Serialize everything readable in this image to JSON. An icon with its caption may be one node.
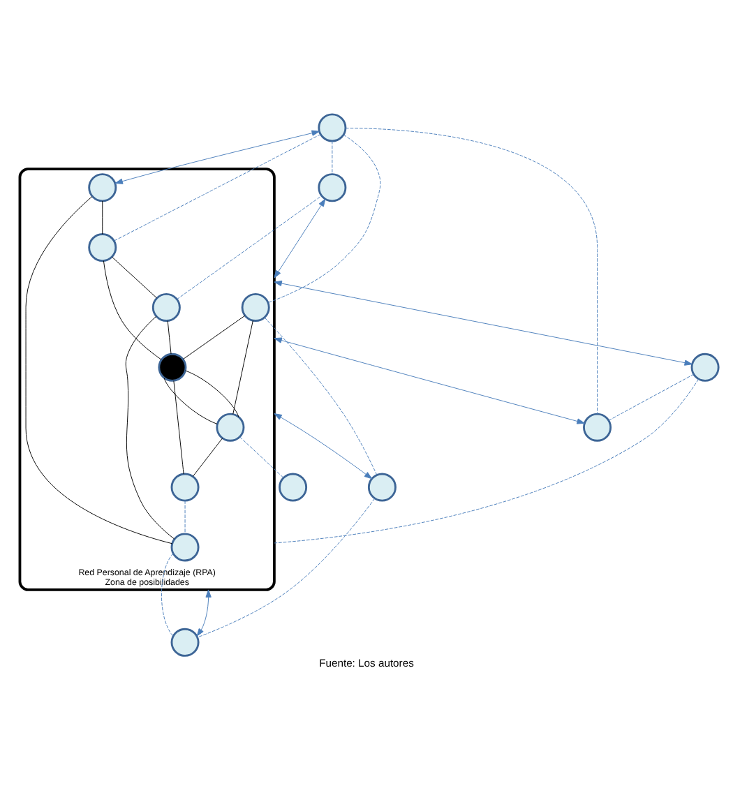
{
  "diagram": {
    "caption": "Fuente: Los autores",
    "nodes": [
      {
        "text": [
          "Red Personal de Aprendizaje (RPA)",
          "Zona de posibilidades"
        ]
      },
      {
        "text": [],
        "shape": "circle"
      },
      {
        "text": [],
        "shape": "circle",
        "in": 0
      },
      {
        "text": [],
        "shape": "circle",
        "in": 0
      },
      {
        "text": [],
        "shape": "circle"
      },
      {
        "text": [],
        "shape": "circle",
        "in": 0
      },
      {
        "text": [],
        "shape": "circle",
        "in": 0
      },
      {
        "text": [],
        "shape": "circle",
        "in": 0
      },
      {
        "text": [],
        "shape": "circle"
      },
      {
        "text": [],
        "shape": "circle",
        "in": 0
      },
      {
        "text": [],
        "shape": "circle",
        "in": 0
      },
      {
        "text": [],
        "shape": "circle",
        "in": 0
      },
      {
        "text": [],
        "shape": "circle"
      },
      {
        "text": [],
        "shape": "circle"
      },
      {
        "text": [],
        "shape": "circle"
      },
      {
        "text": [],
        "shape": "circle"
      }
    ],
    "edges": [
      {
        "from": 6,
        "to": 7,
        "arrow": "none",
        "color": "#000000"
      },
      {
        "from": 2,
        "to": 7,
        "arrow": "none",
        "color": "#000000"
      },
      {
        "from": 3,
        "to": 6,
        "arrow": "none",
        "color": "#000000"
      },
      {
        "from": 6,
        "to": 5,
        "arrow": "none",
        "color": "#000000"
      },
      {
        "from": 6,
        "to": 5,
        "arrow": "none",
        "color": "#000000"
      },
      {
        "from": 3,
        "to": 5,
        "arrow": "none",
        "color": "#000000"
      },
      {
        "from": 2,
        "to": 10,
        "arrow": "none",
        "color": "#000000"
      },
      {
        "from": 7,
        "to": 11,
        "arrow": "none",
        "color": "#000000"
      },
      {
        "from": 11,
        "to": 6,
        "arrow": "none",
        "color": "#000000"
      },
      {
        "from": 6,
        "to": 9,
        "arrow": "none",
        "color": "#000000"
      },
      {
        "from": 5,
        "to": 9,
        "arrow": "none",
        "color": "#000000"
      },
      {
        "from": 11,
        "to": 10,
        "arrow": "none",
        "color": "#000000"
      },
      {
        "from": 1,
        "to": 3,
        "arrow": "none",
        "style": "dashed"
      },
      {
        "from": 1,
        "to": 7,
        "arrow": "none",
        "style": "dashed"
      },
      {
        "from": 1,
        "to": 12,
        "arrow": "none",
        "style": "dashed"
      },
      {
        "from": 1,
        "to": 14,
        "arrow": "none",
        "style": "dashed"
      },
      {
        "from": 3,
        "to": 4,
        "arrow": "none",
        "style": "dashed"
      },
      {
        "from": 4,
        "to": 8,
        "arrow": "none",
        "style": "dashed"
      },
      {
        "from": 5,
        "to": 13,
        "arrow": "none",
        "style": "dashed"
      },
      {
        "from": 9,
        "to": 10,
        "arrow": "none",
        "style": "dashed"
      },
      {
        "from": 10,
        "to": 8,
        "arrow": "none",
        "style": "dashed"
      },
      {
        "from": 11,
        "to": 12,
        "arrow": "none",
        "style": "dashed"
      },
      {
        "from": 15,
        "to": 14,
        "arrow": "none",
        "style": "dashed"
      },
      {
        "from": 1,
        "to": 2,
        "arrow": "both"
      },
      {
        "from": 0,
        "to": 4,
        "arrow": "both"
      },
      {
        "from": 0,
        "to": 8,
        "arrow": "both"
      },
      {
        "from": 12,
        "to": 0,
        "arrow": "both"
      },
      {
        "from": 0,
        "to": 15,
        "arrow": "both"
      },
      {
        "from": 0,
        "to": 14,
        "arrow": "both"
      },
      {
        "from": 15,
        "to": 0,
        "arrow": "none",
        "style": "dashed"
      }
    ]
  }
}
